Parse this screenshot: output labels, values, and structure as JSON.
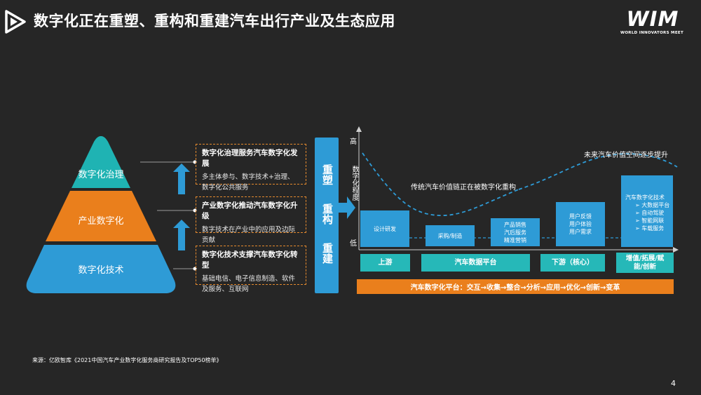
{
  "title": "数字化正在重塑、重构和重建汽车出行产业及生态应用",
  "logo": {
    "text": "WIM",
    "subtitle": "WORLD INNOVATORS MEET"
  },
  "pyramid": {
    "tiers": [
      {
        "label": "数字化治理",
        "color": "#1fb3b3"
      },
      {
        "label": "产业数字化",
        "color": "#ea7f1c"
      },
      {
        "label": "数字化技术",
        "color": "#2e9bd6"
      }
    ]
  },
  "descriptions": [
    {
      "title": "数字化治理服务汽车数字化发展",
      "body": "多主体参与、数字技术+治理、数字化公共服务"
    },
    {
      "title": "产业数字化推动汽车数字化升级",
      "body": "数字技术在产业中的应用及边际贡献"
    },
    {
      "title": "数字化技术支撑汽车数字化转型",
      "body": "基础电信、电子信息制造、软件及服务、互联网"
    }
  ],
  "process_bar": [
    "重塑",
    "重构",
    "重建"
  ],
  "value_chart": {
    "y_axis_label": "数字化程度",
    "y_high": "高",
    "y_low": "低",
    "curve_labels": {
      "traditional": "传统汽车价值链正在被数字化重构",
      "future": "未来汽车价值空间逐步提升"
    },
    "chain_boxes": [
      {
        "lines": [
          "设计研发"
        ]
      },
      {
        "lines": [
          "采购/制造"
        ]
      },
      {
        "lines": [
          "产品销售",
          "汽后服务",
          "精准营销"
        ]
      },
      {
        "lines": [
          "用户反馈",
          "用户体验",
          "用户需求"
        ]
      },
      {
        "lines": [
          "汽车数字化技术",
          "➢ 大数据平台",
          "➢ 自动驾驶",
          "➢ 智能网联",
          "➢ 车载服务"
        ]
      }
    ],
    "segments": [
      {
        "label": "上游"
      },
      {
        "label": "汽车数据平台"
      },
      {
        "label": "下游（核心）"
      },
      {
        "label": "增值/拓展/赋能/创新"
      }
    ],
    "platform": "汽车数字化平台：交互→收集→整合→分析→应用→优化→创新→变革"
  },
  "source": "来源：亿欧智库《2021中国汽车产业数字化服务商研究报告及TOP50榜单》",
  "page_number": "4",
  "colors": {
    "background": "#262626",
    "teal": "#1fb3b3",
    "orange": "#ea7f1c",
    "blue": "#2e9bd6"
  }
}
